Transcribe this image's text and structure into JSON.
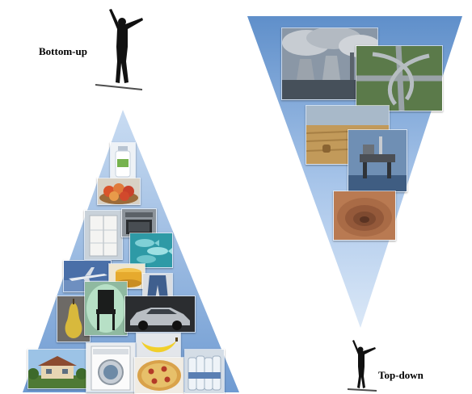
{
  "labels": {
    "bottom_up": "Bottom-up",
    "top_down": "Top-down"
  },
  "colors": {
    "triangle_light": "#c9dcf2",
    "triangle_mid": "#8fb3de",
    "triangle_dark": "#5f8fca",
    "silhouette": "#111111"
  },
  "icons": {
    "bottom_up_figure": "person-raised-arms-icon",
    "top_down_figure": "person-raised-arms-icon"
  },
  "pyramid_photos": [
    "bottle-photo",
    "fruit-basket-photo",
    "cabinet-photo",
    "oven-photo",
    "fish-photo",
    "airplane-photo",
    "cheese-photo",
    "jeans-photo",
    "pear-photo",
    "chair-photo",
    "car-photo",
    "banana-photo",
    "house-photo",
    "washing-machine-photo",
    "pizza-photo",
    "water-bottles-photo"
  ],
  "funnel_photos": [
    "power-plant-photo",
    "highway-interchange-photo",
    "farm-field-photo",
    "oil-platform-photo",
    "open-pit-mine-photo"
  ]
}
